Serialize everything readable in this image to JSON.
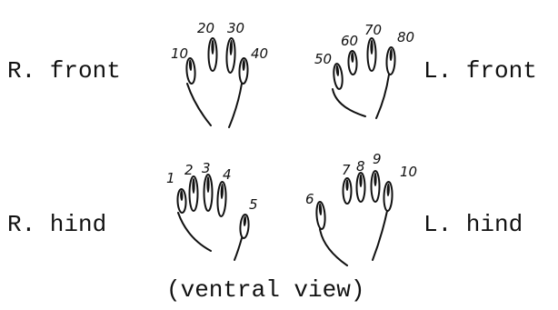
{
  "labels": {
    "r_front": "R. front",
    "l_front": "L. front",
    "r_hind": "R. hind",
    "l_hind": "L. hind",
    "view": "(ventral view)"
  },
  "digit_numbers": {
    "r_front": [
      "10",
      "20",
      "30",
      "40"
    ],
    "l_front": [
      "50",
      "60",
      "70",
      "80"
    ],
    "r_hind": [
      "1",
      "2",
      "3",
      "4",
      "5"
    ],
    "l_hind": [
      "6",
      "7",
      "8",
      "9",
      "10"
    ]
  },
  "colors": {
    "ink": "#111111",
    "background": "#ffffff"
  }
}
